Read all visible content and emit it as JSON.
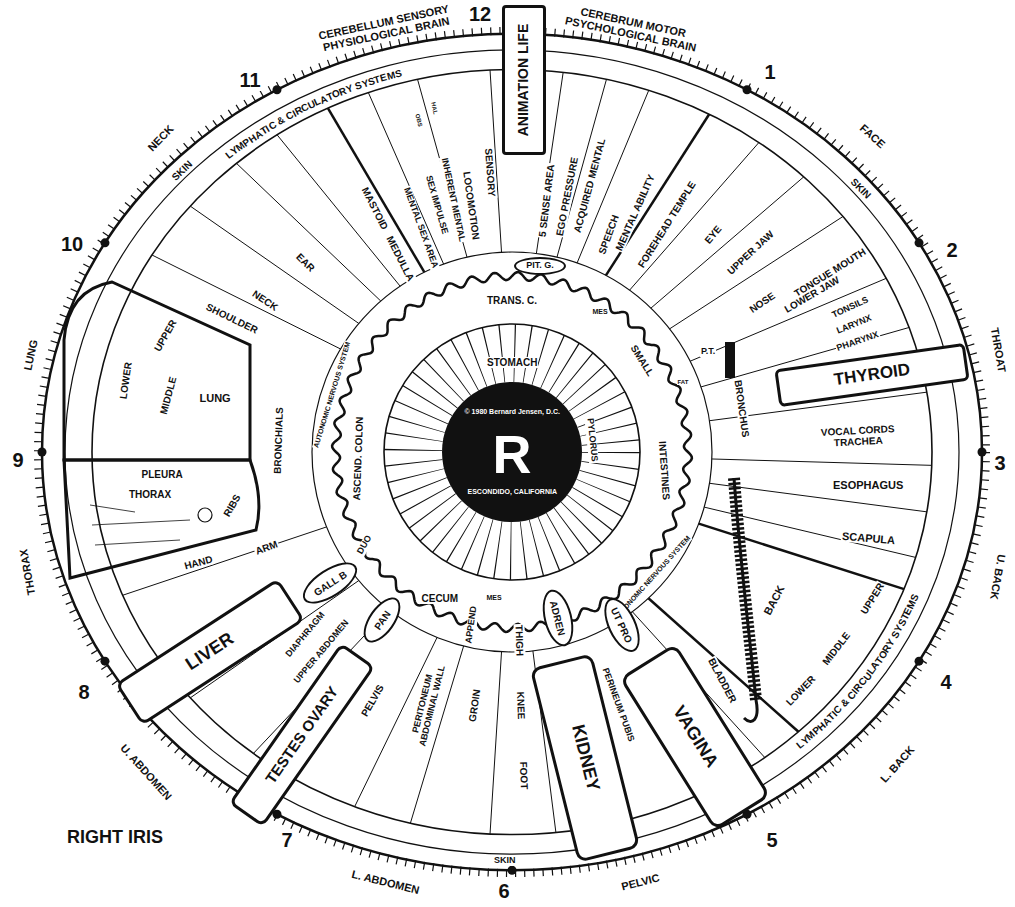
{
  "diagram": {
    "title": "RIGHT IRIS",
    "nodes": [
      {
        "text": [
          "ANIMATION LIFE"
        ]
      },
      {
        "text": [
          "PIT. G."
        ]
      },
      {
        "text": [
          "THYROID"
        ]
      },
      {
        "text": [
          "ADREN"
        ]
      },
      {
        "text": [
          "KIDNEY"
        ]
      },
      {
        "text": [
          "UT PRO"
        ]
      },
      {
        "text": [
          "VAGINA"
        ]
      },
      {
        "text": [
          "PAN"
        ]
      },
      {
        "text": [
          "TESTES OVARY"
        ]
      },
      {
        "text": [
          "GALL B"
        ]
      },
      {
        "text": [
          "LIVER"
        ]
      },
      {
        "text": [
          "R",
          "© 1980 Bernard Jensen, D.C.",
          "ESCONDIDO, CALIFORNIA"
        ]
      }
    ],
    "labels": [
      "CEREBELLUM SENSORY PHYSIOLOGICAL BRAIN",
      "CEREBRUM MOTOR PSYCHOLOGICAL BRAIN",
      "12",
      "1",
      "2",
      "3",
      "4",
      "5",
      "6",
      "7",
      "8",
      "9",
      "10",
      "11",
      "NECK",
      "SKIN",
      "LYMPHATIC & CIRCULATORY SYSTEMS",
      "LUNG",
      "THORAX",
      "U. ABDOMEN",
      "L. ABDOMEN",
      "SKIN",
      "PELVIC",
      "L. BACK",
      "LYMPHATIC & CIRCULATORY SYSTEMS",
      "U. BACK",
      "THROAT",
      "FACE",
      "SKIN",
      "MASTOID",
      "MEDULLA",
      "EAR",
      "NECK",
      "SHOULDER",
      "MENTAL SEX AREA",
      "SEX IMPULSE",
      "INHERENT MENTAL",
      "HAL",
      "OBS",
      "LOCOMOTION",
      "SENSORY",
      "5 SENSE AREA",
      "EGO PRESSURE",
      "ACQUIRED MENTAL",
      "SPEECH",
      "MENTAL ABILITY",
      "FOREHEAD TEMPLE",
      "EYE",
      "UPPER JAW",
      "NOSE",
      "TONGUE MOUTH",
      "LOWER JAW",
      "TONSILS",
      "LARYNX",
      "PHARYNX",
      "VOCAL CORDS TRACHEA",
      "ESOPHAGUS",
      "SCAPULA",
      "BRONCHUS",
      "P.T.",
      "BACK",
      "UPPER",
      "MIDDLE",
      "LOWER",
      "BLADDER",
      "PERINEUM PUBIS",
      "THIGH",
      "KNEE",
      "FOOT",
      "GROIN",
      "PERITONEUM ABDOMINAL WALL",
      "APPEND",
      "MES",
      "CECUM",
      "PELVIS",
      "DIAPHRAGM",
      "UPPER ABDOMEN",
      "HAND",
      "ARM",
      "RIBS",
      "THORAX",
      "PLEURA",
      "LOWER",
      "MIDDLE",
      "UPPER",
      "LUNG",
      "BRONCHIALS",
      "AUTONOMIC NERVOUS SYSTEM",
      "ASCEND. COLON",
      "DUO",
      "TRANS. C.",
      "MES",
      "STOMACH",
      "PYLORUS",
      "SMALL",
      "INTESTINES",
      "FAT",
      "AUTONOMIC NERVOUS SYSTEM"
    ]
  }
}
